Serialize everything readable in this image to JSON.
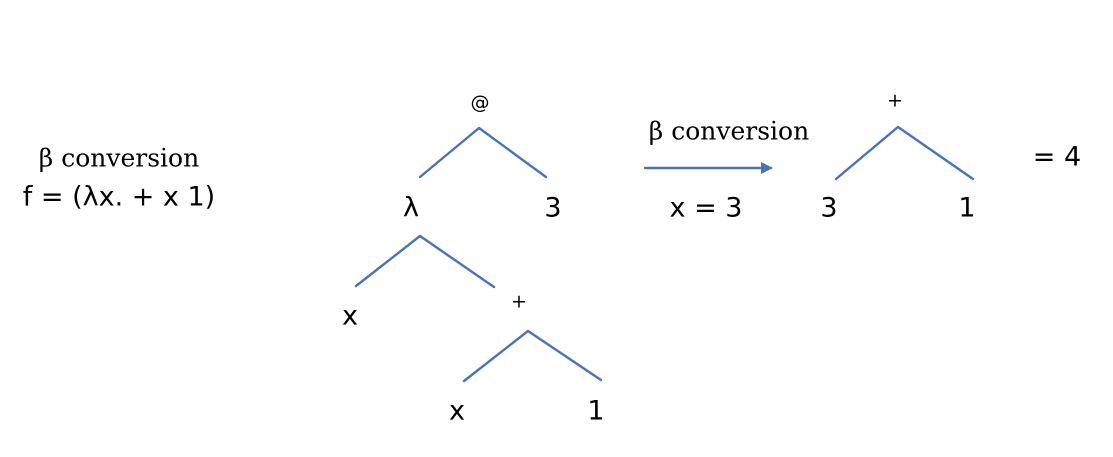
{
  "left_block": {
    "heading": "β conversion",
    "formula": "f = (λx. + x 1)"
  },
  "tree_before": {
    "root": "@",
    "lambda_node": "λ",
    "arg_value": "3",
    "param": "x",
    "body_op": "+",
    "body_left": "x",
    "body_right": "1"
  },
  "arrow": {
    "label_top": "β conversion",
    "label_bottom": "x = 3"
  },
  "tree_after": {
    "root": "+",
    "left": "3",
    "right": "1"
  },
  "result": "= 4",
  "colors": {
    "edge": "#4a73b5"
  }
}
